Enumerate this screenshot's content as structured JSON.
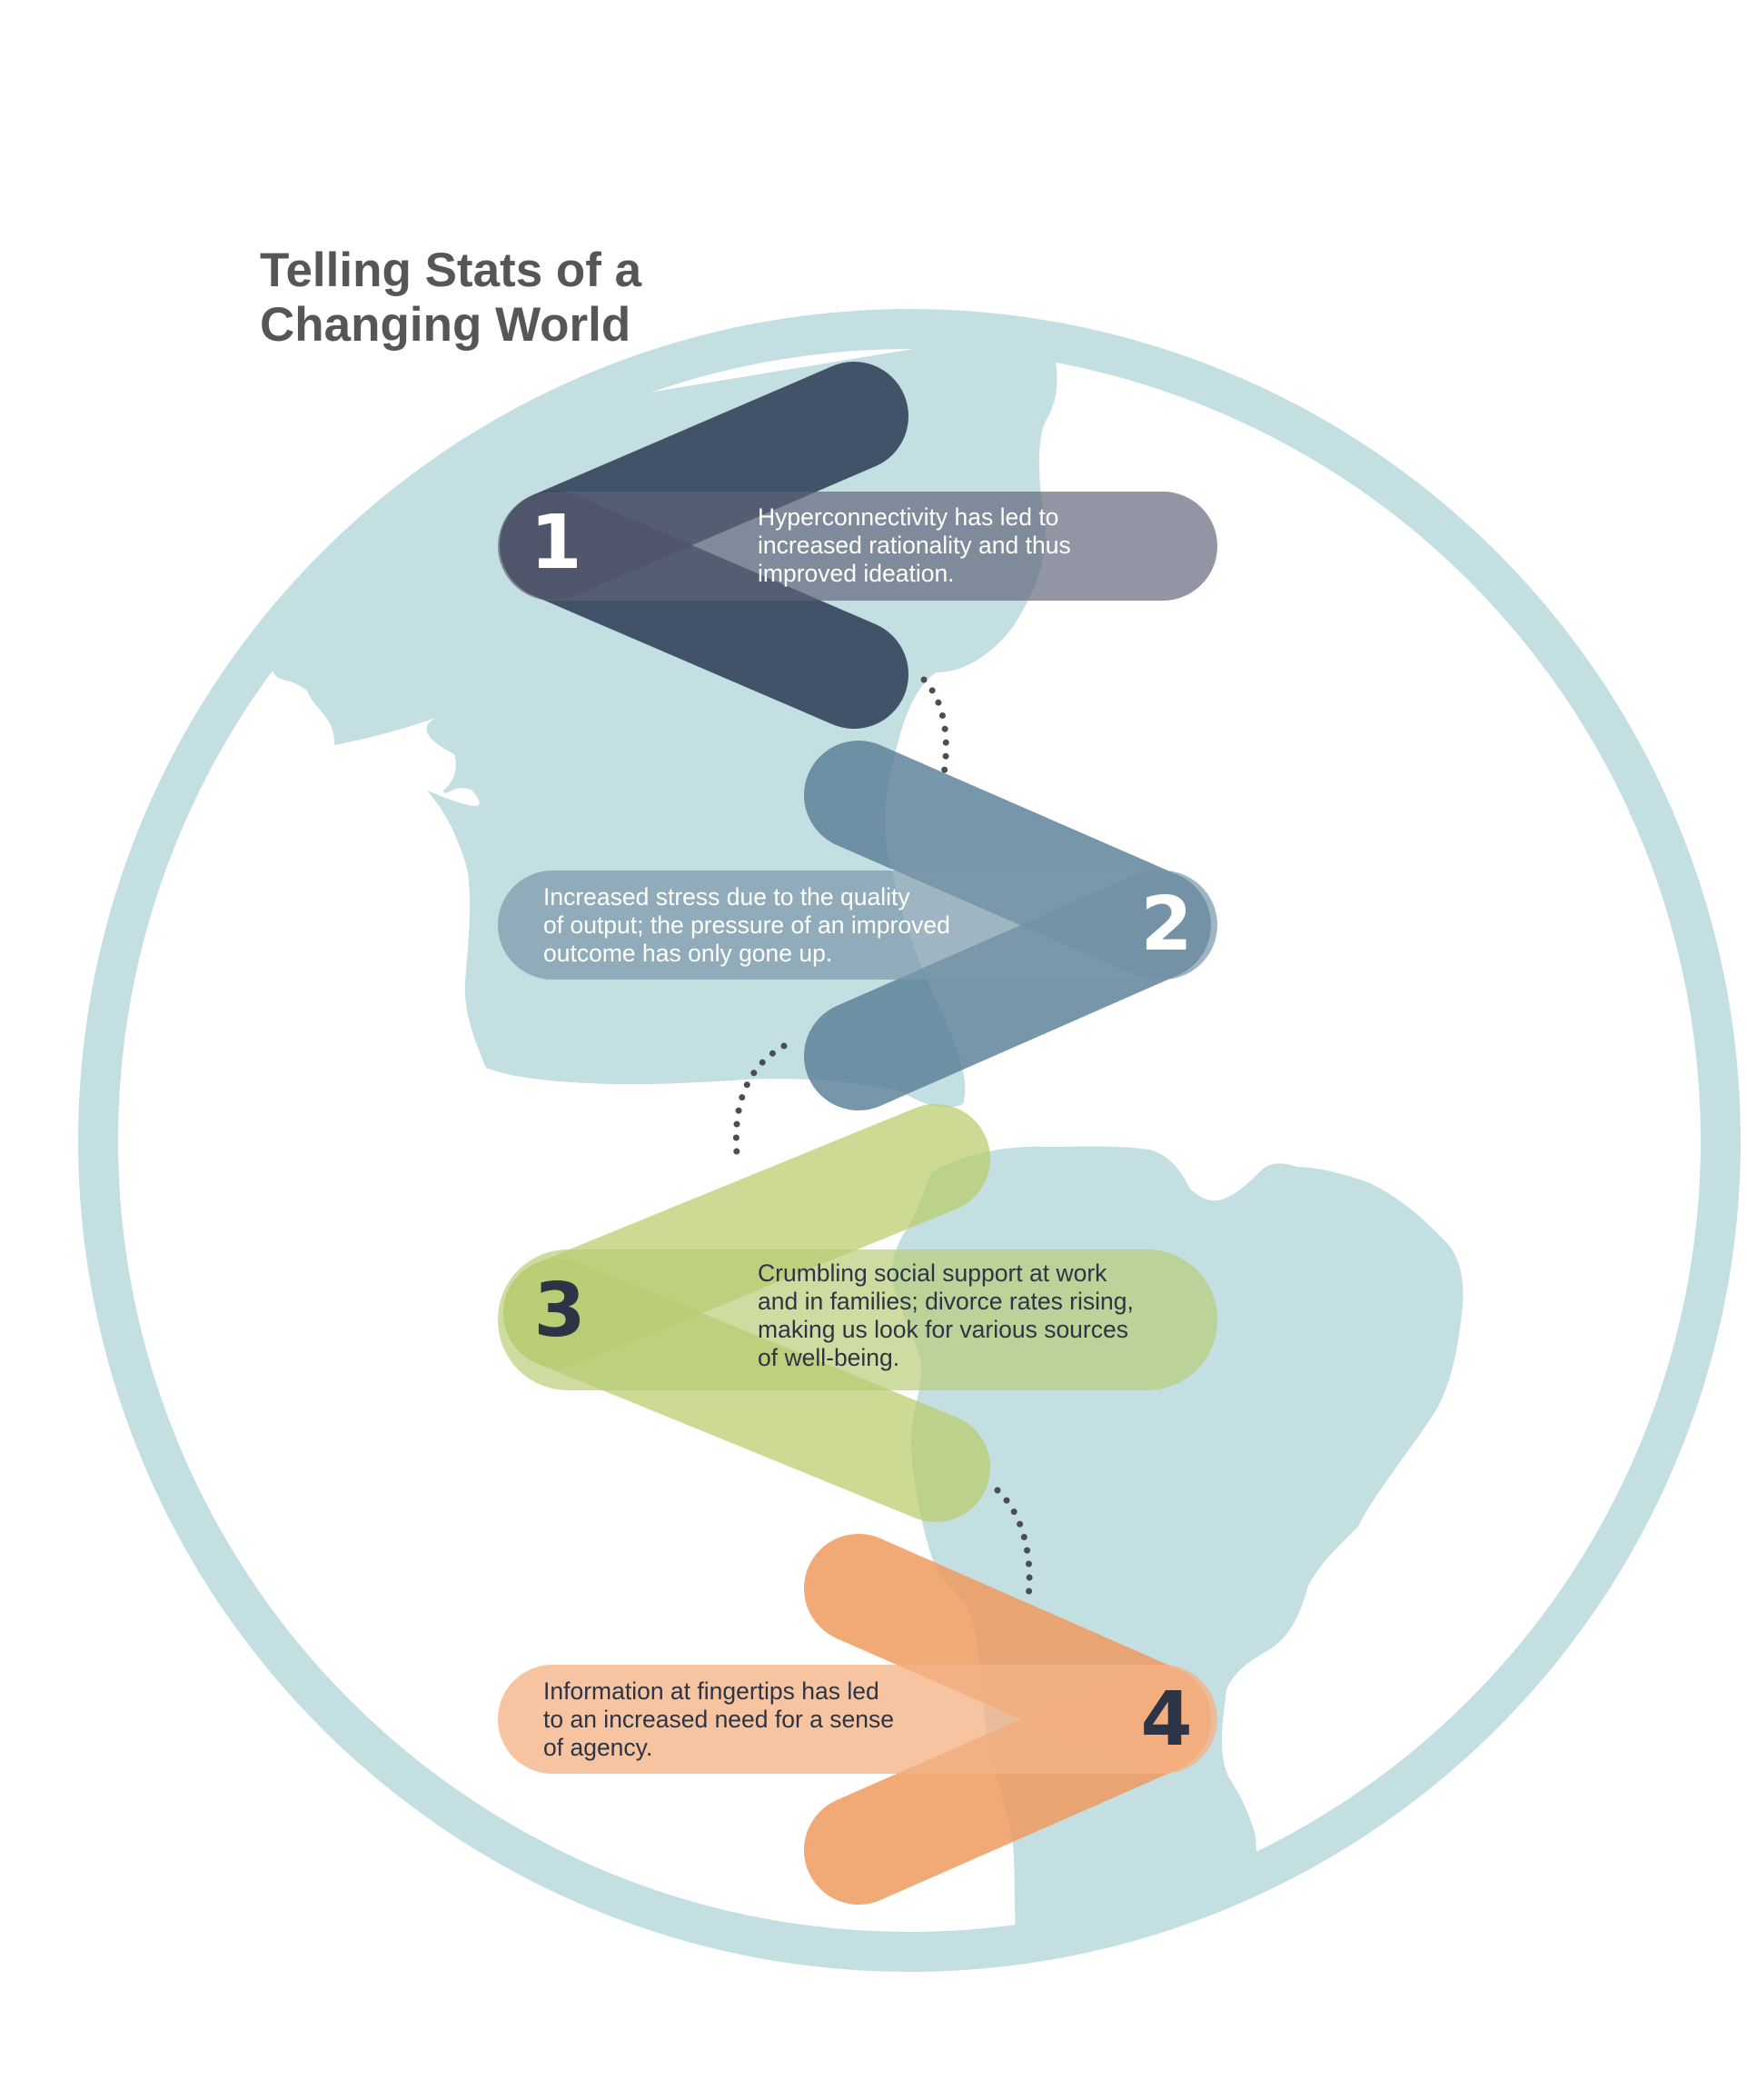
{
  "title": {
    "line1": "Telling Stats of a",
    "line2": "Changing World"
  },
  "colors": {
    "globe": "#c4dfe2",
    "title": "#555658",
    "dots": "#4a4d56",
    "dark_text": "#2d3445"
  },
  "steps": [
    {
      "number": "1",
      "text": [
        "Hyperconnectivity has led to",
        "increased rationality and thus",
        "improved ideation."
      ],
      "chevron_color": "#2b3a52",
      "pill_color": "#5f6377",
      "number_color": "#ffffff",
      "text_color": "#ffffff"
    },
    {
      "number": "2",
      "text": [
        "Increased stress due to the quality",
        "of output; the pressure of an improved",
        "outcome has only gone up."
      ],
      "chevron_color": "#5a7f96",
      "pill_color": "#7b99aa",
      "number_color": "#ffffff",
      "text_color": "#ffffff"
    },
    {
      "number": "3",
      "text": [
        "Crumbling social support at work",
        "and in families; divorce rates rising,",
        "making us look for various sources",
        "of well-being."
      ],
      "chevron_color": "#b8cc6a",
      "pill_color": "#b7cc74",
      "number_color": "#2d3445",
      "text_color": "#2d3445"
    },
    {
      "number": "4",
      "text": [
        "Information at fingertips has led",
        "to an increased need for a sense",
        "of agency."
      ],
      "chevron_color": "#ee9a5e",
      "pill_color": "#f3b487",
      "number_color": "#2d3445",
      "text_color": "#2d3445"
    }
  ]
}
